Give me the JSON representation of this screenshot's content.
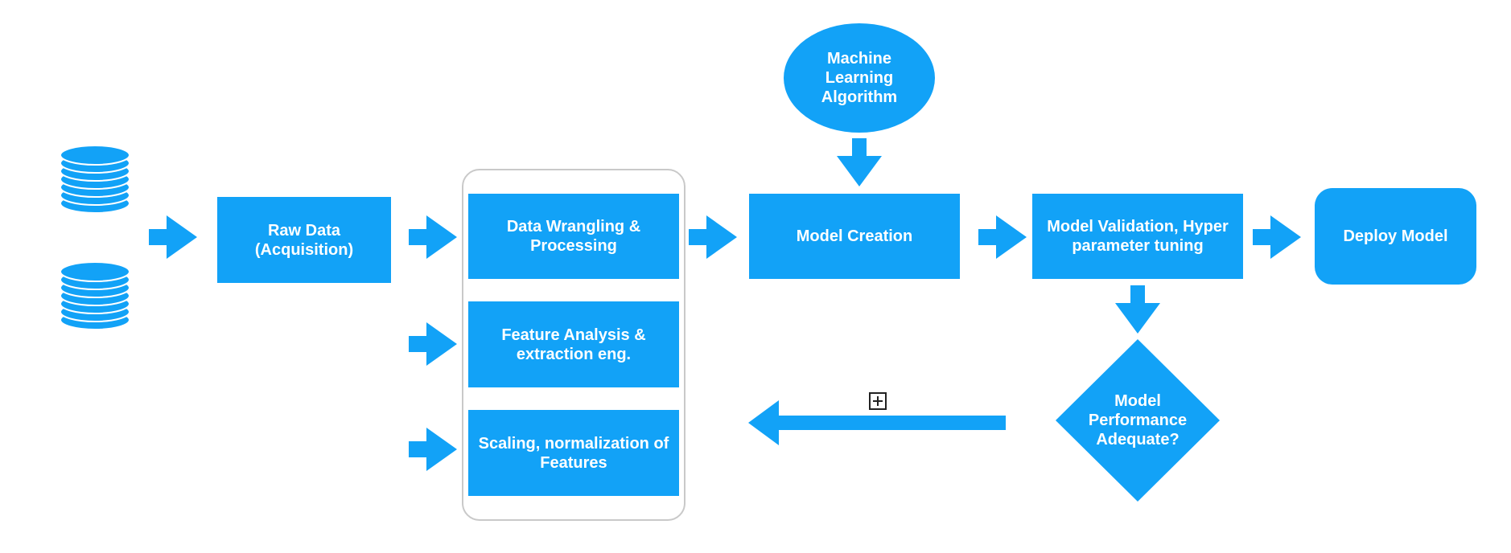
{
  "colors": {
    "primary": "#12a2f7",
    "group_border": "#c9c9c9",
    "text": "#ffffff"
  },
  "nodes": {
    "raw_data": [
      "Raw Data",
      "(Acquisition)"
    ],
    "data_wrangling": [
      "Data Wrangling &",
      "Processing"
    ],
    "feature_analysis": [
      "Feature Analysis &",
      "extraction eng."
    ],
    "scaling": [
      "Scaling, normalization of",
      "Features"
    ],
    "ml_algorithm": [
      "Machine",
      "Learning",
      "Algorithm"
    ],
    "model_creation": [
      "Model Creation"
    ],
    "model_validation": [
      "Model Validation, Hyper",
      "parameter tuning"
    ],
    "deploy_model": [
      "Deploy Model"
    ],
    "performance_decision": [
      "Model",
      "Performance",
      "Adequate?"
    ]
  },
  "icons": {
    "database": "database-icon",
    "expand": "expand-plus-icon"
  }
}
